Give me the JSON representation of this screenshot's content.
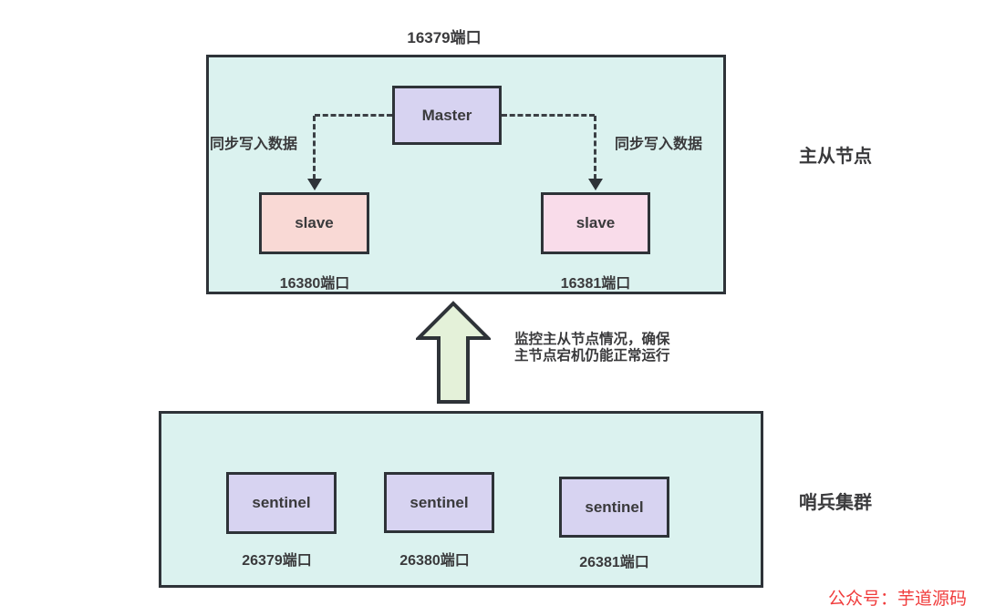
{
  "title": "16379端口",
  "colors": {
    "container_fill": "#dbf2ef",
    "border_dark": "#2e3338",
    "master_fill": "#d7d3f1",
    "slave_left_fill": "#f9d9d5",
    "slave_right_fill": "#f9dcea",
    "sentinel_fill": "#d7d3f1",
    "big_arrow_fill": "#e4f1d9",
    "text_dark": "#3a3a3c",
    "watermark_red": "#f03c3c"
  },
  "master_group": {
    "side_label": "主从节点",
    "master": {
      "label": "Master"
    },
    "sync_left_label": "同步写入数据",
    "sync_right_label": "同步写入数据",
    "slaves": [
      {
        "label": "slave",
        "port": "16380端口"
      },
      {
        "label": "slave",
        "port": "16381端口"
      }
    ]
  },
  "monitor_note": {
    "line1": "监控主从节点情况，确保",
    "line2": "主节点宕机仍能正常运行"
  },
  "sentinel_group": {
    "side_label": "哨兵集群",
    "sentinels": [
      {
        "label": "sentinel",
        "port": "26379端口"
      },
      {
        "label": "sentinel",
        "port": "26380端口"
      },
      {
        "label": "sentinel",
        "port": "26381端口"
      }
    ]
  },
  "watermark": "公众号：芋道源码"
}
